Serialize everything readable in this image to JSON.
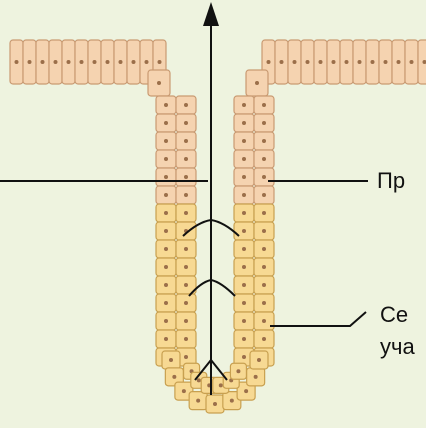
{
  "labels": {
    "upper": "Пр",
    "lower_line1": "Се",
    "lower_line2": "уча"
  },
  "colors": {
    "background": "#eef3df",
    "upper_cells_fill": "#f5d3b0",
    "upper_cells_stroke": "#c99a72",
    "lower_cells_fill": "#f7d993",
    "lower_cells_stroke": "#c8a050",
    "nucleus": "#9b6f4a",
    "lines": "#111111"
  }
}
